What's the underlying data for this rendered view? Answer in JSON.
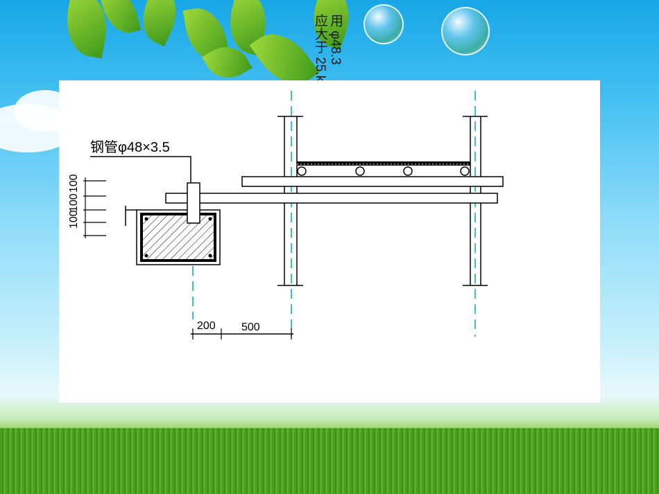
{
  "background_text": {
    "line1": "用 φ48.3",
    "line2": "应大于 25.k"
  },
  "diagram": {
    "pipe_label": "钢管φ48×3.5",
    "dim_200": "200",
    "dim_500": "500",
    "dim_100_top": "100",
    "dim_100_top2": "100",
    "dim_100_left": "100"
  }
}
